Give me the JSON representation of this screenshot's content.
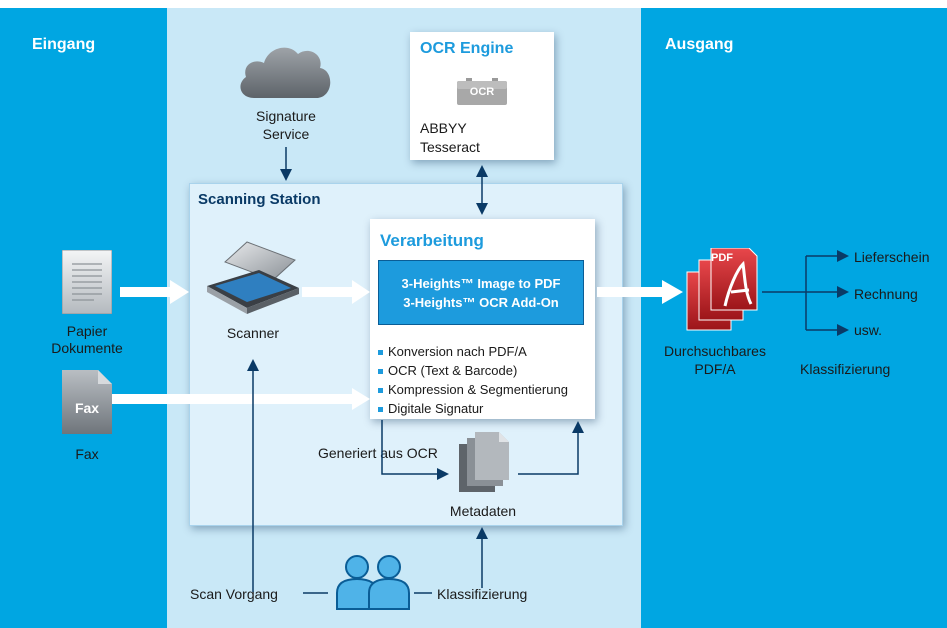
{
  "colors": {
    "side": "#00a6e2",
    "middle": "#c9e8f7",
    "station": "#dff1fb",
    "blue_box": "#1d9bdd",
    "dark": "#0a3a66",
    "bullet": "#1d9bdd",
    "pdf_red": "#d3262b"
  },
  "columns": {
    "left": "Eingang",
    "right": "Ausgang"
  },
  "cloud": {
    "label_line1": "Signature",
    "label_line2": "Service"
  },
  "ocr_engine": {
    "title": "OCR Engine",
    "chip": "OCR",
    "line1": "ABBYY",
    "line2": "Tesseract"
  },
  "station": {
    "title": "Scanning Station"
  },
  "processing": {
    "title": "Verarbeitung",
    "product1": "3-Heights™ Image to PDF",
    "product2": "3-Heights™ OCR Add-On",
    "bullets": [
      "Konversion nach PDF/A",
      "OCR (Text & Barcode)",
      "Kompression & Segmentierung",
      "Digitale Signatur"
    ]
  },
  "scanner": {
    "label": "Scanner"
  },
  "paper": {
    "label_line1": "Papier",
    "label_line2": "Dokumente"
  },
  "fax": {
    "icon_text": "Fax",
    "label": "Fax"
  },
  "metadata": {
    "label": "Metadaten",
    "generated": "Generiert aus OCR"
  },
  "bottom": {
    "scan": "Scan Vorgang",
    "classification": "Klassifizierung"
  },
  "output": {
    "pdf_text": "PDF",
    "label_line1": "Durchsuchbares",
    "label_line2": "PDF/A",
    "targets": [
      "Lieferschein",
      "Rechnung",
      "usw."
    ],
    "classification": "Klassifizierung"
  }
}
